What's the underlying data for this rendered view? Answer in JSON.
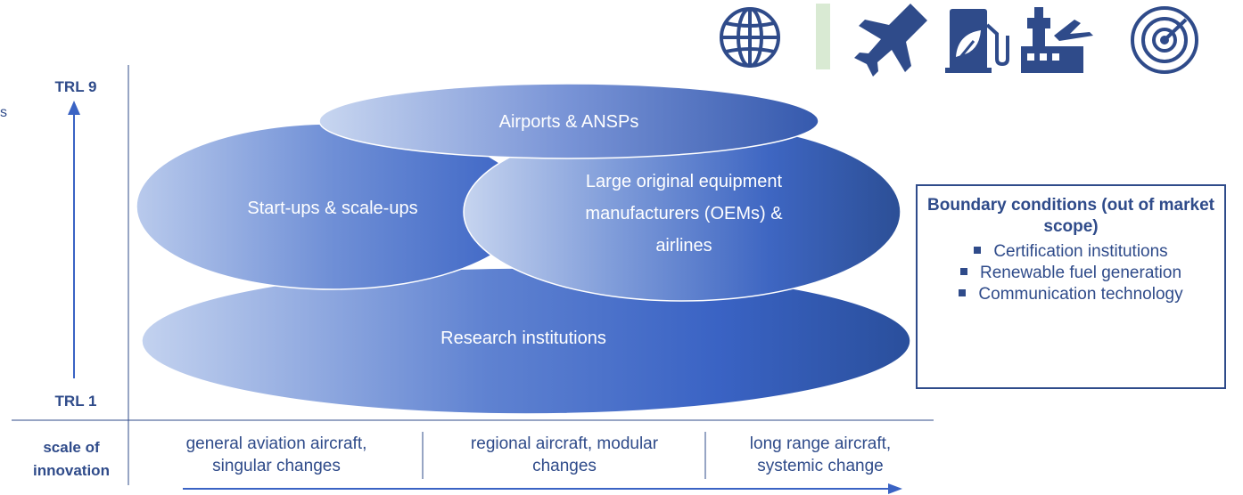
{
  "axis": {
    "top_label": "TRL 9",
    "bottom_label": "TRL 1",
    "x_title_line1": "scale of",
    "x_title_line2": "innovation"
  },
  "ellipses": {
    "airports": "Airports & ANSPs",
    "startups": "Start-ups & scale-ups",
    "oems_line1": "Large original equipment",
    "oems_line2": "manufacturers (OEMs) &",
    "oems_line3": "airlines",
    "research": "Research institutions"
  },
  "scale": [
    {
      "line1": "general aviation aircraft,",
      "line2": "singular changes"
    },
    {
      "line1": "regional aircraft, modular",
      "line2": "changes"
    },
    {
      "line1": "long range aircraft,",
      "line2": "systemic change"
    }
  ],
  "boundary": {
    "title": "Boundary conditions (out of market scope)",
    "items": [
      "Certification institutions",
      "Renewable fuel generation",
      "Communication technology"
    ]
  },
  "icons": [
    "globe-icon",
    "airplane-icon",
    "fuel-pump-icon",
    "airport-icon",
    "radar-icon"
  ],
  "colors": {
    "dark_blue": "#2f4b8a",
    "mid_blue": "#3a63c4",
    "light_blue": "#b4c6ea",
    "accent_green": "#d9ead3"
  }
}
